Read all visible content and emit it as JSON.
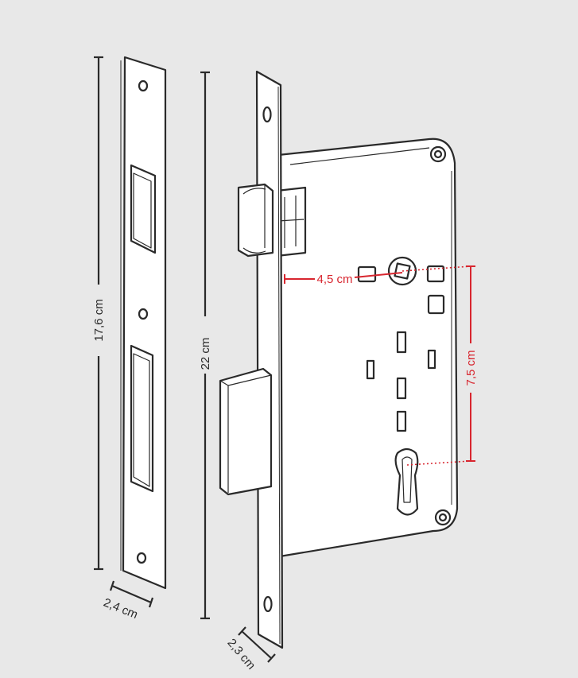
{
  "colors": {
    "background": "#e8e8e8",
    "line": "#2a2a2a",
    "accent": "#d8262f",
    "fill": "#ffffff"
  },
  "dimensions": {
    "strike_plate_height": "17,6 cm",
    "strike_plate_width": "2,4 cm",
    "faceplate_height": "22 cm",
    "faceplate_width": "2,3 cm",
    "backset": "4,5 cm",
    "center_distance": "7,5 cm"
  }
}
